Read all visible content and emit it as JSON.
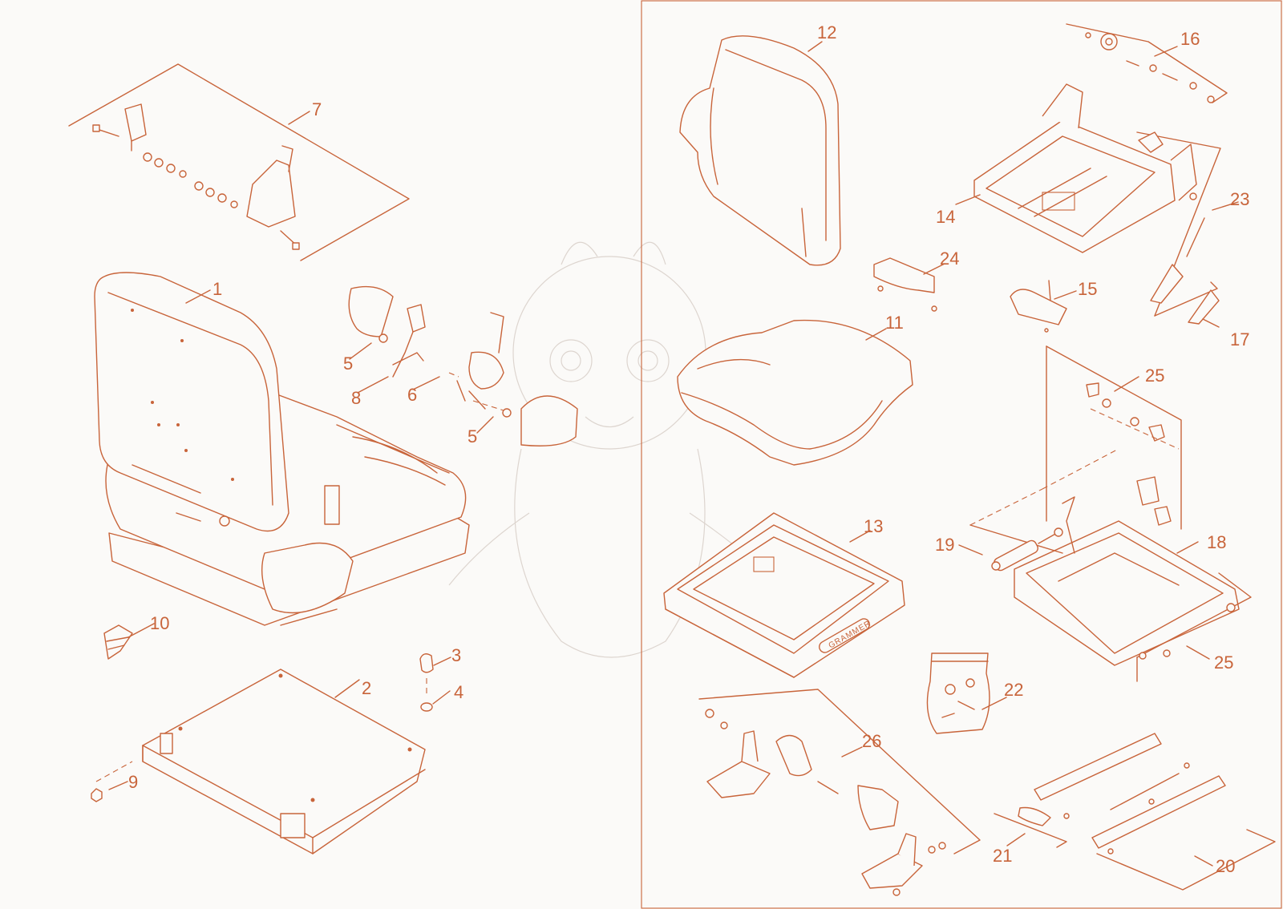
{
  "diagram": {
    "brand_plate_text": "GRAMMER",
    "colors": {
      "line": "#c8643a",
      "background": "#fbfaf8",
      "watermark": "#ddd5cf"
    },
    "callouts": {
      "c1": "1",
      "c2": "2",
      "c3": "3",
      "c4": "4",
      "c5a": "5",
      "c5b": "5",
      "c6": "6",
      "c7": "7",
      "c8": "8",
      "c9": "9",
      "c10": "10",
      "c11": "11",
      "c12": "12",
      "c13": "13",
      "c14": "14",
      "c15": "15",
      "c16": "16",
      "c17": "17",
      "c18": "18",
      "c19": "19",
      "c20": "20",
      "c21": "21",
      "c22": "22",
      "c23": "23",
      "c24": "24",
      "c25a": "25",
      "c25b": "25",
      "c26": "26"
    }
  }
}
